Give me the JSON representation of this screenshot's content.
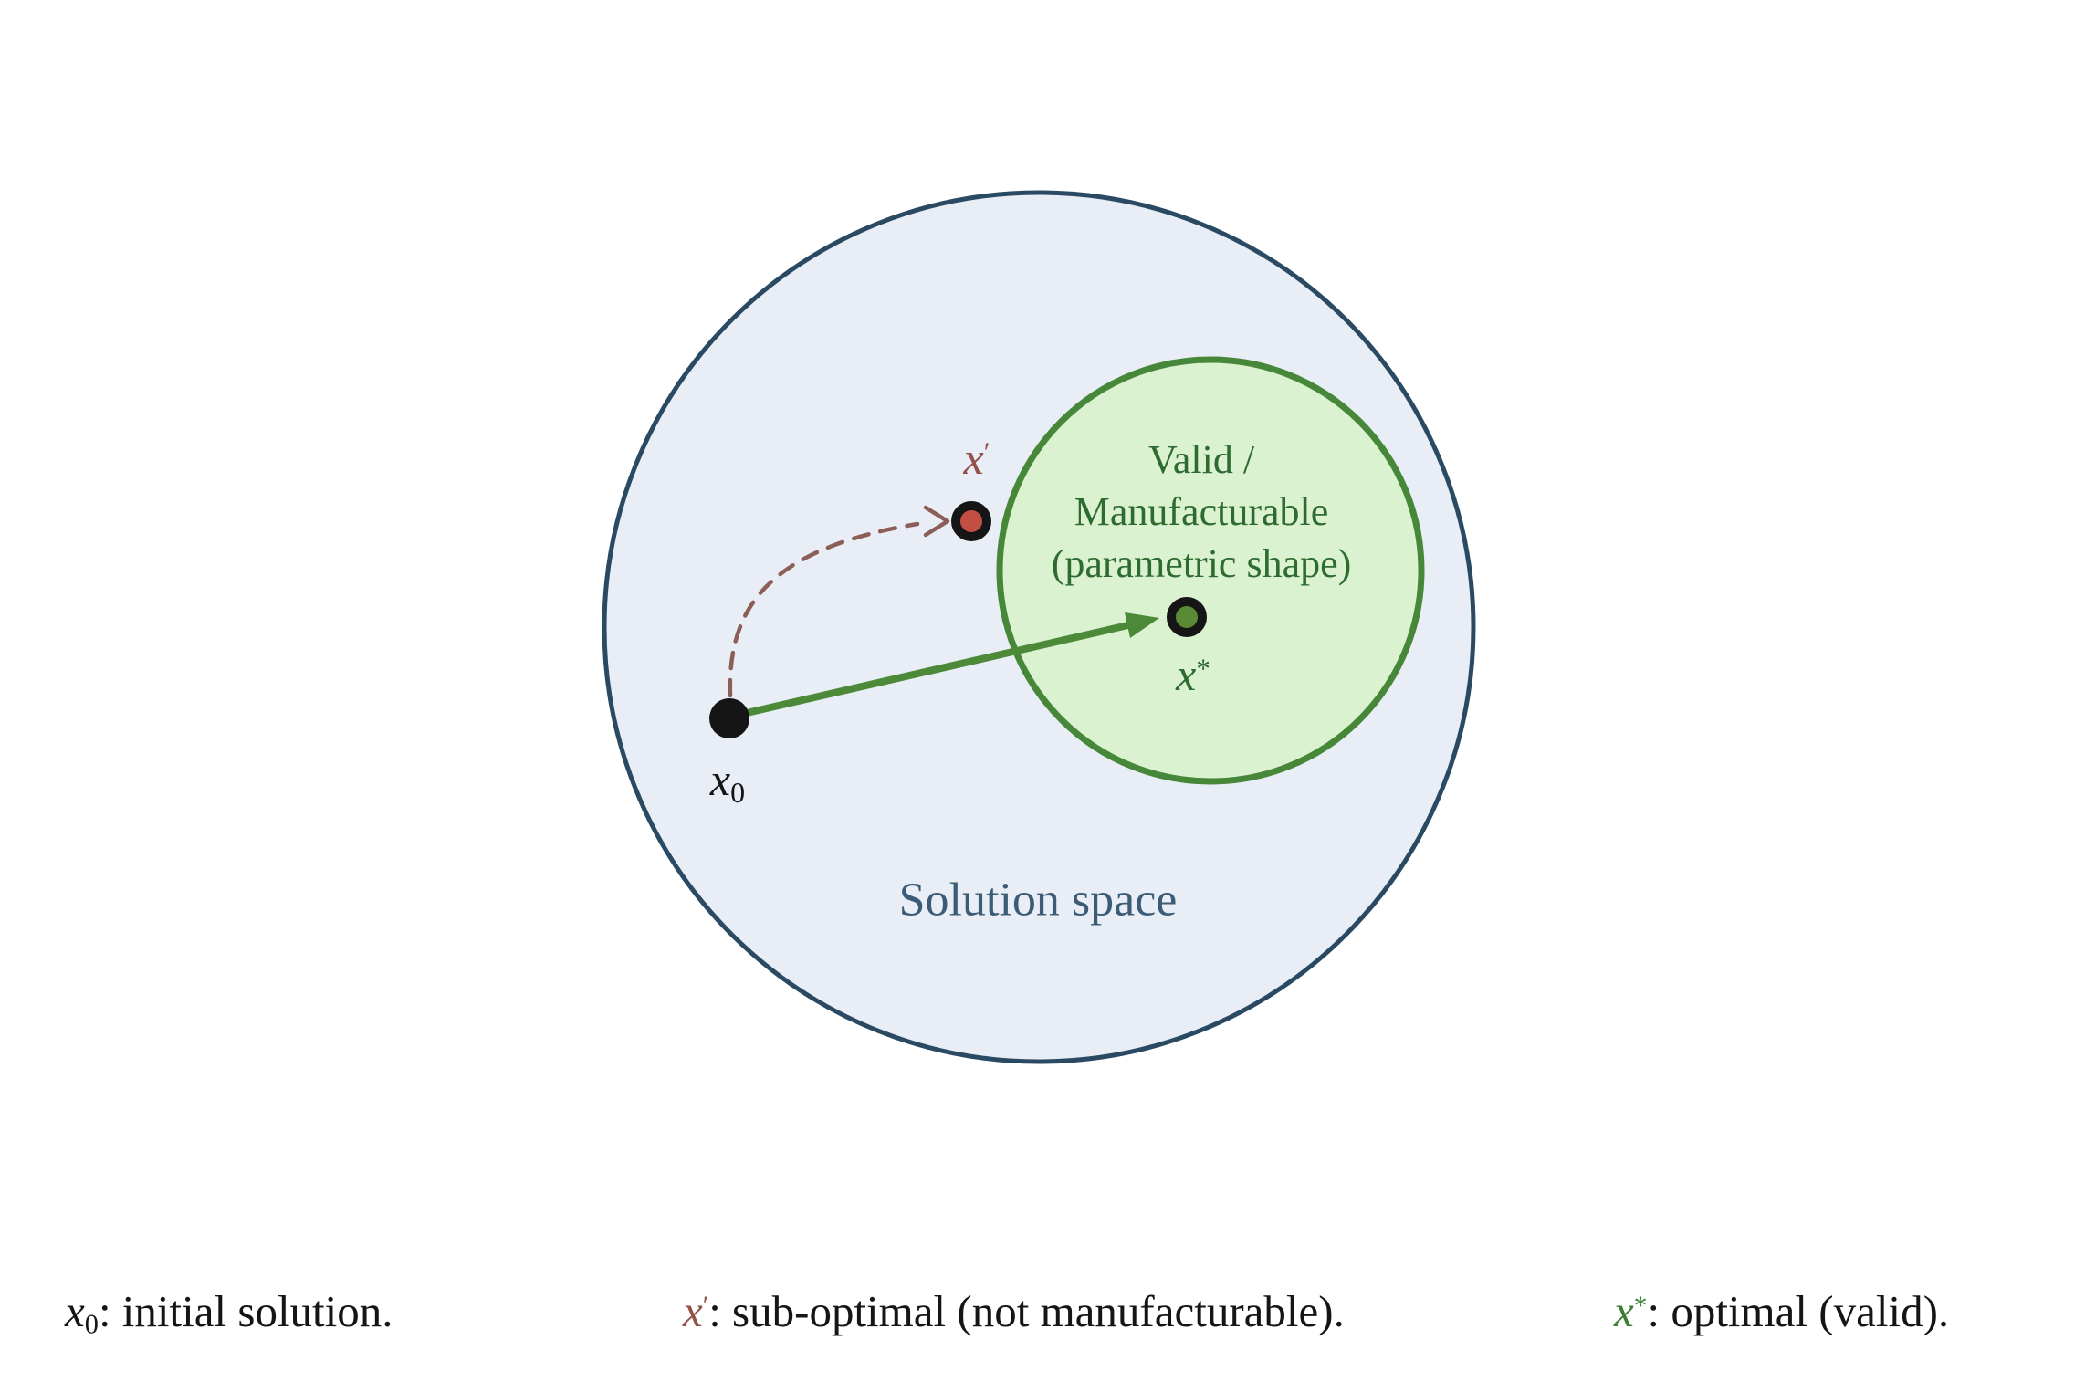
{
  "diagram": {
    "solution_space_label": "Solution space",
    "valid_region_label_lines": [
      "Valid /",
      "Manufacturable",
      "(parametric shape)"
    ],
    "points": {
      "x0": {
        "base": "x",
        "sub": "0"
      },
      "xprime": {
        "base": "x",
        "sup": "′"
      },
      "xstar": {
        "base": "x",
        "sup": "*"
      }
    },
    "colors": {
      "solution_space_fill": "#e9eef6",
      "solution_space_stroke": "#2a4a63",
      "valid_region_fill": "#daf2d0",
      "valid_region_stroke": "#47873a",
      "green_text": "#2e6b31",
      "green_arrow": "#4c8938",
      "green_point": "#5a8a33",
      "green_label": "#3a7d33",
      "red_point": "#c24e44",
      "red_dashed": "#8b5f58",
      "red_label": "#935149",
      "blue_text": "#3b5c77",
      "black": "#151515"
    }
  },
  "caption": {
    "items": [
      {
        "base": "x",
        "sub": "0",
        "sup": "",
        "rest": ": initial solution."
      },
      {
        "base": "x",
        "sub": "",
        "sup": "′",
        "rest": ": sub-optimal (not manufacturable)."
      },
      {
        "base": "x",
        "sub": "",
        "sup": "*",
        "rest": ": optimal (valid)."
      }
    ]
  }
}
